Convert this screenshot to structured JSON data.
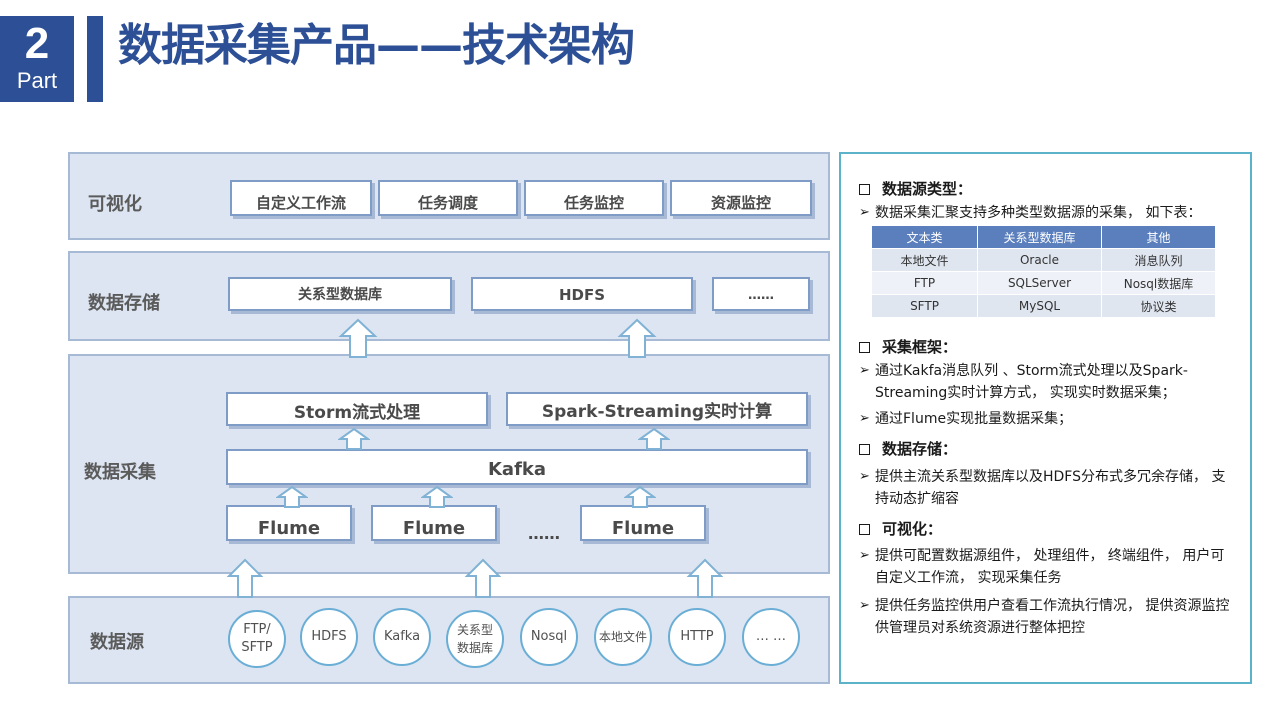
{
  "header": {
    "part_number": "2",
    "part_label": "Part",
    "title": "数据采集产品——技术架构"
  },
  "colors": {
    "accent": "#2c4f95",
    "layer_bg": "#dde5f2",
    "box_border": "#7f9cc6",
    "circle_border": "#6aaed6",
    "panel_border": "#5ab3c9",
    "table_header": "#5b7fbd"
  },
  "diagram": {
    "visualization": {
      "label": "可视化",
      "items": [
        "自定义工作流",
        "任务调度",
        "任务监控",
        "资源监控"
      ]
    },
    "storage": {
      "label": "数据存储",
      "items": [
        "关系型数据库",
        "HDFS",
        "……"
      ]
    },
    "collection": {
      "label": "数据采集",
      "storm": "Storm流式处理",
      "spark": "Spark-Streaming实时计算",
      "kafka": "Kafka",
      "flumes": [
        "Flume",
        "Flume",
        "Flume"
      ],
      "ellipsis": "……"
    },
    "source": {
      "label": "数据源",
      "circles": [
        "FTP/ SFTP",
        "HDFS",
        "Kafka",
        "关系型 数据库",
        "Nosql",
        "本地文件",
        "HTTP",
        "… …"
      ]
    }
  },
  "panel": {
    "s1": {
      "heading": "数据源类型：",
      "bullet": "数据采集汇聚支持多种类型数据源的采集， 如下表：",
      "table": {
        "headers": [
          "文本类",
          "关系型数据库",
          "其他"
        ],
        "rows": [
          [
            "本地文件",
            "Oracle",
            "消息队列"
          ],
          [
            "FTP",
            "SQLServer",
            "Nosql数据库"
          ],
          [
            "SFTP",
            "MySQL",
            "协议类"
          ]
        ]
      }
    },
    "s2": {
      "heading": "采集框架：",
      "bullets": [
        "通过Kakfa消息队列 、Storm流式处理以及Spark-Streaming实时计算方式， 实现实时数据采集；",
        "通过Flume实现批量数据采集；"
      ]
    },
    "s3": {
      "heading": "数据存储：",
      "bullets": [
        "提供主流关系型数据库以及HDFS分布式多冗余存储， 支持动态扩缩容"
      ]
    },
    "s4": {
      "heading": "可视化：",
      "bullets": [
        "提供可配置数据源组件， 处理组件， 终端组件， 用户可自定义工作流， 实现采集任务",
        "提供任务监控供用户查看工作流执行情况， 提供资源监控供管理员对系统资源进行整体把控"
      ]
    }
  }
}
